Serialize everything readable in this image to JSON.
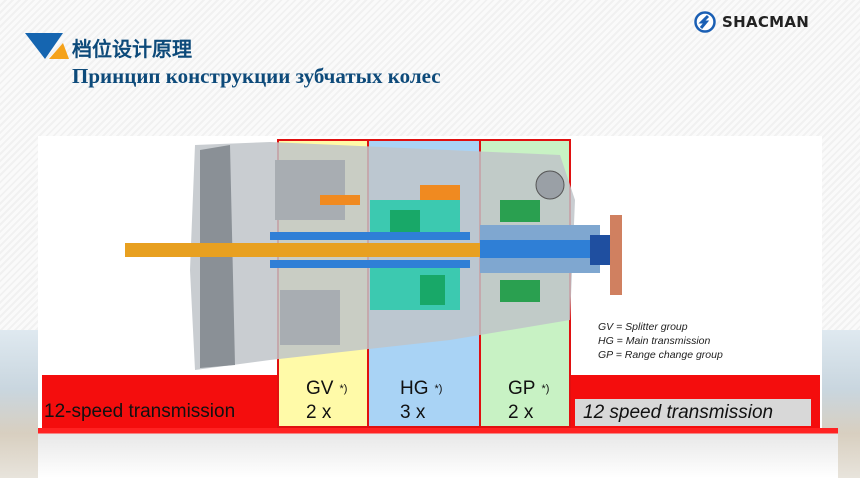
{
  "header": {
    "title_cn": "档位设计原理",
    "title_ru": "Принцип конструкции зубчатых колес",
    "brand": "SHACMAN"
  },
  "colors": {
    "title": "#0d4a7a",
    "red": "#f40d0d",
    "gv": "#fffaa8",
    "hg": "#a9d3f5",
    "gp": "#c8f2c4"
  },
  "groups": [
    {
      "name": "GV",
      "mult": "2 x",
      "note": "*)"
    },
    {
      "name": "HG",
      "mult": "3 x",
      "note": "*)"
    },
    {
      "name": "GP",
      "mult": "2 x",
      "note": "*)"
    }
  ],
  "left_label": "12-speed transmission",
  "right_label": "12 speed transmission",
  "legend": [
    "GV = Splitter group",
    "HG = Main transmission",
    "GP = Range change group"
  ]
}
